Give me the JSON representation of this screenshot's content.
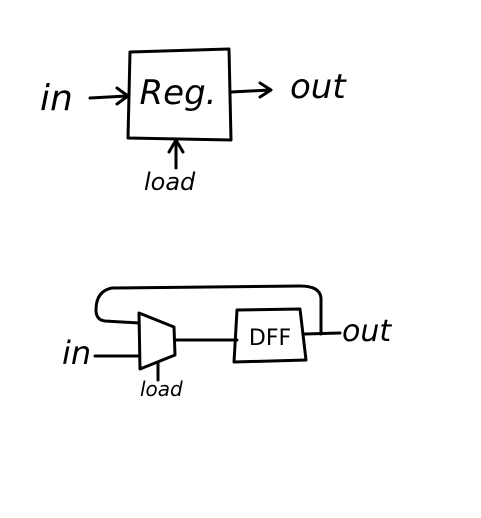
{
  "diagram_top": {
    "input_label": "in",
    "block_label": "Reg.",
    "output_label": "out",
    "control_label": "load"
  },
  "diagram_bottom": {
    "input_label": "in",
    "block_label": "DFF",
    "output_label": "out",
    "control_label": "load"
  },
  "colors": {
    "ink": "#000000",
    "background": "#ffffff"
  }
}
